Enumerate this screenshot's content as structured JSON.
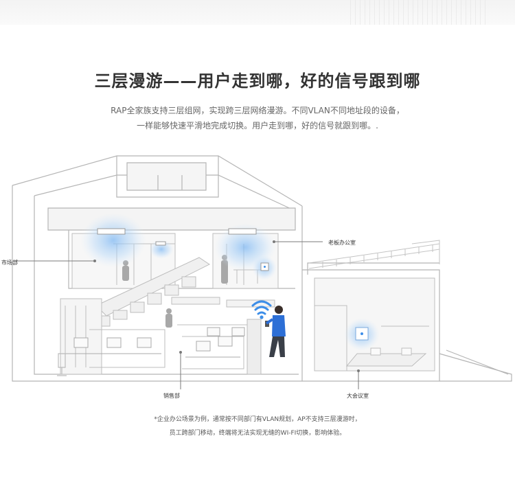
{
  "header": {
    "title": "三层漫游——用户走到哪，好的信号跟到哪",
    "description_line1": "RAP全家族支持三层组网，实现跨三层网络漫游。不同VLAN不同地址段的设备，",
    "description_line2": "一样能够快速平滑地完成切换。用户走到哪，好的信号就跟到哪。."
  },
  "illustration": {
    "labels": {
      "market": "市场部",
      "boss_office": "老板办公室",
      "sales": "销售部",
      "meeting_room": "大会议室"
    }
  },
  "footnote": {
    "line1": "*企业办公场景为例，通常按不同部门有VLAN规划，AP不支持三层漫游时，",
    "line2": "员工跨部门移动，终端将无法实现无缝的WI-FI切换，影响体验。"
  },
  "colors": {
    "signal_blue": "#3d8ee8",
    "glow_blue": "#9cc9f5",
    "person_jacket": "#2d6fd6",
    "line_gray": "#a9a9a9",
    "wall_fill": "#f3f3f3"
  },
  "icons": [
    "wifi-signal-icon",
    "access-point-icon"
  ]
}
